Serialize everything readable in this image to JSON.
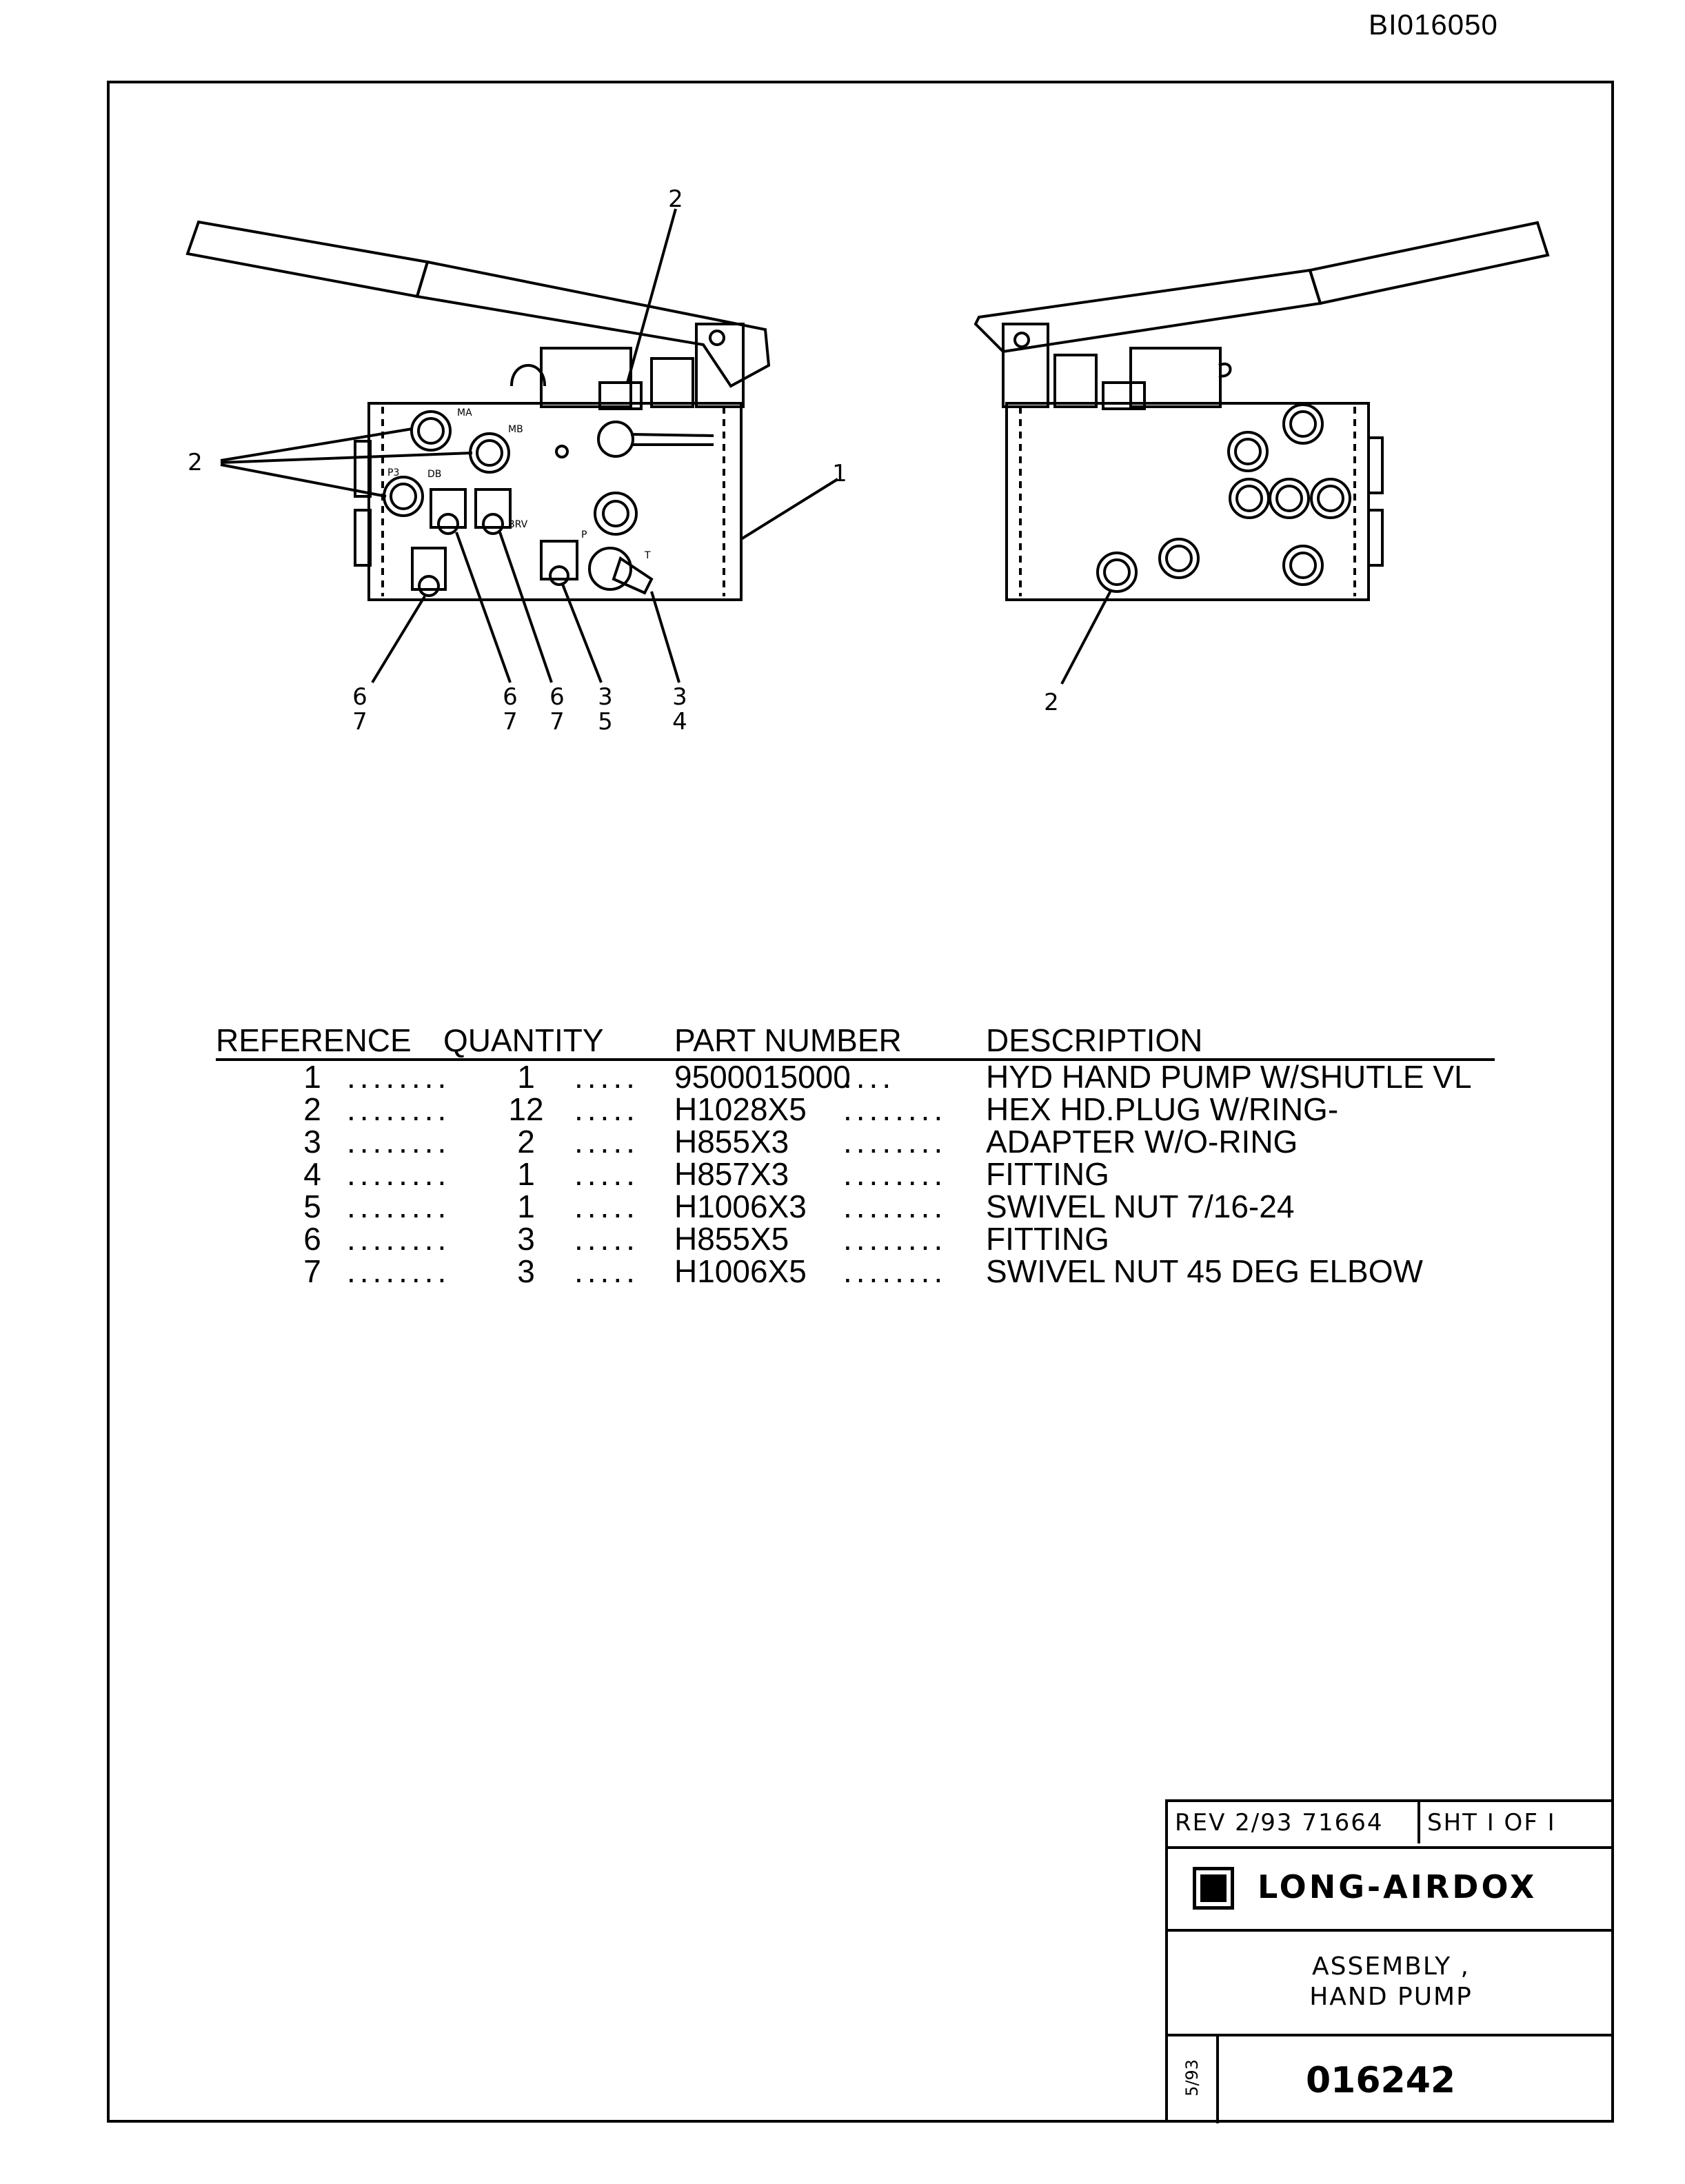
{
  "document_id": "BI016050",
  "drawing": {
    "callouts": {
      "front_top": "2",
      "front_left": "2",
      "front_right": "1",
      "front_bottom": [
        {
          "top": "6",
          "bottom": "7"
        },
        {
          "top": "6",
          "bottom": "7"
        },
        {
          "top": "6",
          "bottom": "7"
        },
        {
          "top": "3",
          "bottom": "5"
        },
        {
          "top": "3",
          "bottom": "4"
        }
      ],
      "rear_bottom": "2"
    },
    "port_labels": [
      "MA",
      "MB",
      "P3",
      "DB",
      "BRV",
      "P",
      "T"
    ]
  },
  "parts_list": {
    "headers": [
      "REFERENCE",
      "QUANTITY",
      "PART NUMBER",
      "DESCRIPTION"
    ],
    "rows": [
      {
        "ref": "1",
        "qty": "1",
        "part": "9500015000",
        "desc": "HYD HAND PUMP W/SHUTLE VL"
      },
      {
        "ref": "2",
        "qty": "12",
        "part": "H1028X5",
        "desc": "HEX HD.PLUG W/RING-"
      },
      {
        "ref": "3",
        "qty": "2",
        "part": "H855X3",
        "desc": "ADAPTER W/O-RING"
      },
      {
        "ref": "4",
        "qty": "1",
        "part": "H857X3",
        "desc": "FITTING"
      },
      {
        "ref": "5",
        "qty": "1",
        "part": "H1006X3",
        "desc": "SWIVEL NUT 7/16-24"
      },
      {
        "ref": "6",
        "qty": "3",
        "part": "H855X5",
        "desc": "FITTING"
      },
      {
        "ref": "7",
        "qty": "3",
        "part": "H1006X5",
        "desc": "SWIVEL NUT 45 DEG ELBOW"
      }
    ],
    "leader_dots": {
      "ref_to_qty": "........",
      "qty_to_part": ".....",
      "part_to_desc": [
        "....",
        "........",
        "........",
        "........",
        "........",
        "........",
        "........"
      ]
    }
  },
  "title_block": {
    "rev": "REV  2/93 71664",
    "sheet": "SHT I    OF I",
    "company": "LONG-AIRDOX",
    "title_line1": "ASSEMBLY ,",
    "title_line2": "HAND PUMP",
    "date": "5/93",
    "drawing_number": "016242"
  }
}
